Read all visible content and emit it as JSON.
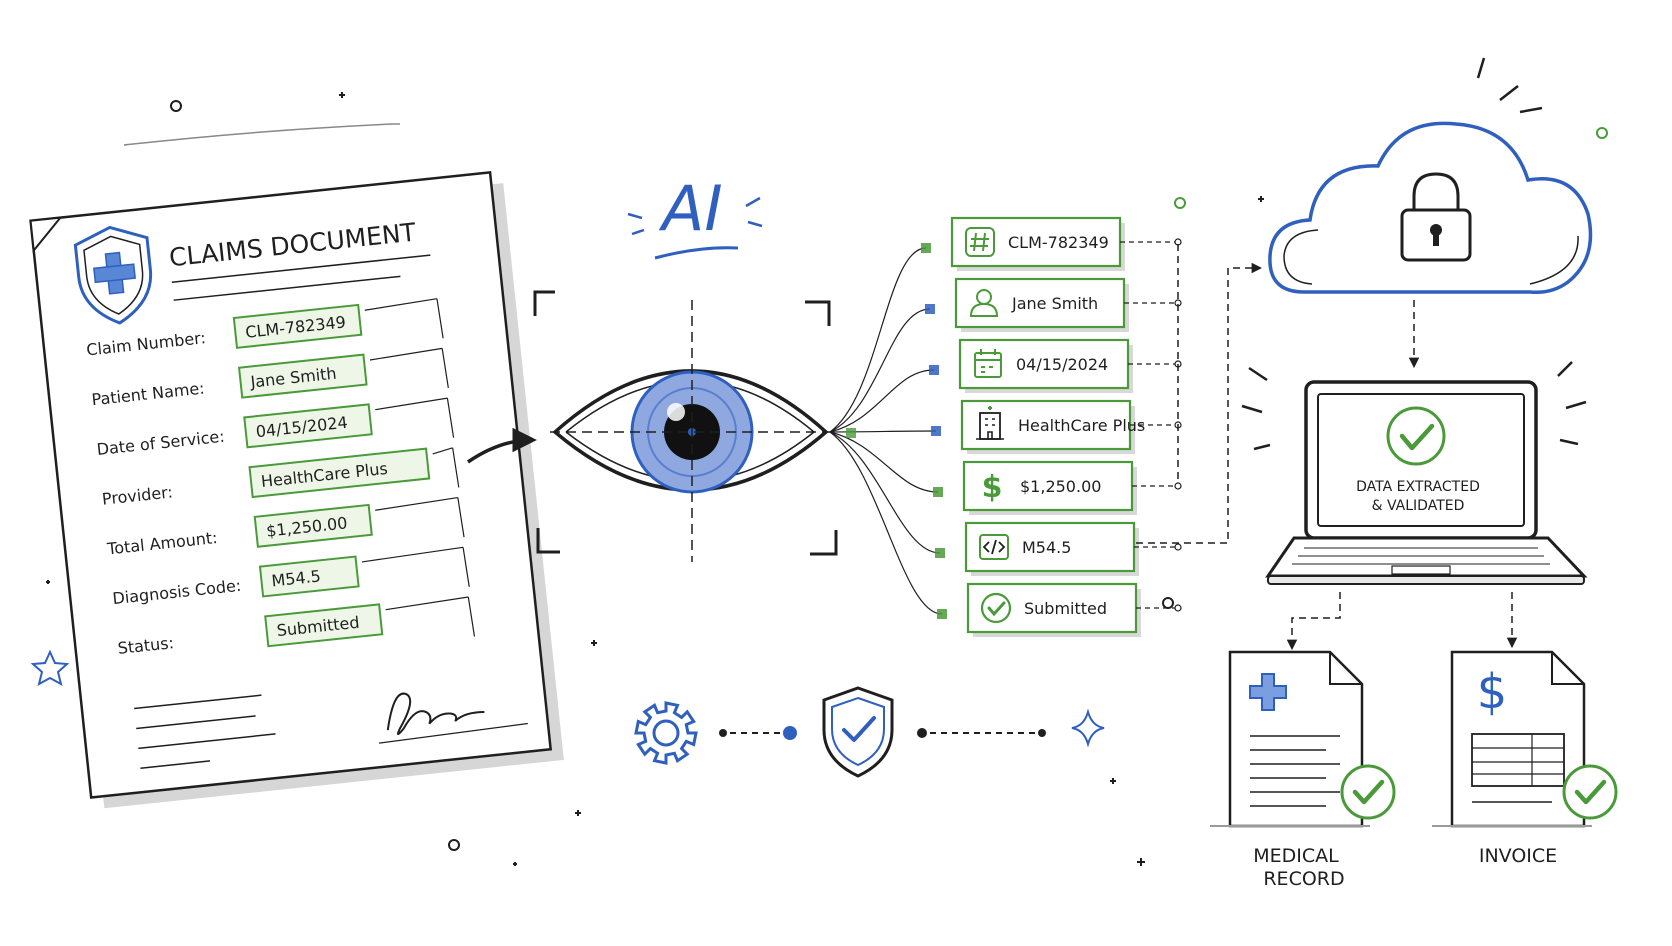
{
  "colors": {
    "ink": "#1f1f1f",
    "blue": "#2f5fbf",
    "green": "#4a9a3a",
    "green_fill": "#eef6e8",
    "iris": "#8fa9e0",
    "paper": "#ffffff",
    "shadow": "#d8d8d8"
  },
  "document": {
    "title": "CLAIMS DOCUMENT",
    "fields": [
      {
        "label": "Claim Number:",
        "value": "CLM-782349"
      },
      {
        "label": "Patient Name:",
        "value": "Jane Smith"
      },
      {
        "label": "Date of Service:",
        "value": "04/15/2024"
      },
      {
        "label": "Provider:",
        "value": "HealthCare Plus"
      },
      {
        "label": "Total Amount:",
        "value": "$1,250.00"
      },
      {
        "label": "Diagnosis Code:",
        "value": "M54.5"
      },
      {
        "label": "Status:",
        "value": "Submitted"
      }
    ]
  },
  "ai_label": "AI",
  "extracted_fields": [
    {
      "icon": "hash-icon",
      "value": "CLM-782349"
    },
    {
      "icon": "user-icon",
      "value": "Jane Smith"
    },
    {
      "icon": "calendar-icon",
      "value": "04/15/2024"
    },
    {
      "icon": "building-icon",
      "value": "HealthCare Plus"
    },
    {
      "icon": "dollar-icon",
      "value": "$1,250.00"
    },
    {
      "icon": "code-icon",
      "value": "M54.5"
    },
    {
      "icon": "check-circle-icon",
      "value": "Submitted"
    }
  ],
  "laptop": {
    "line1": "DATA EXTRACTED",
    "line2": "& VALIDATED"
  },
  "outputs": [
    {
      "icon": "medical-cross-icon",
      "line1": "MEDICAL",
      "line2": "RECORD"
    },
    {
      "icon": "dollar-icon",
      "line1": "INVOICE",
      "line2": ""
    }
  ]
}
